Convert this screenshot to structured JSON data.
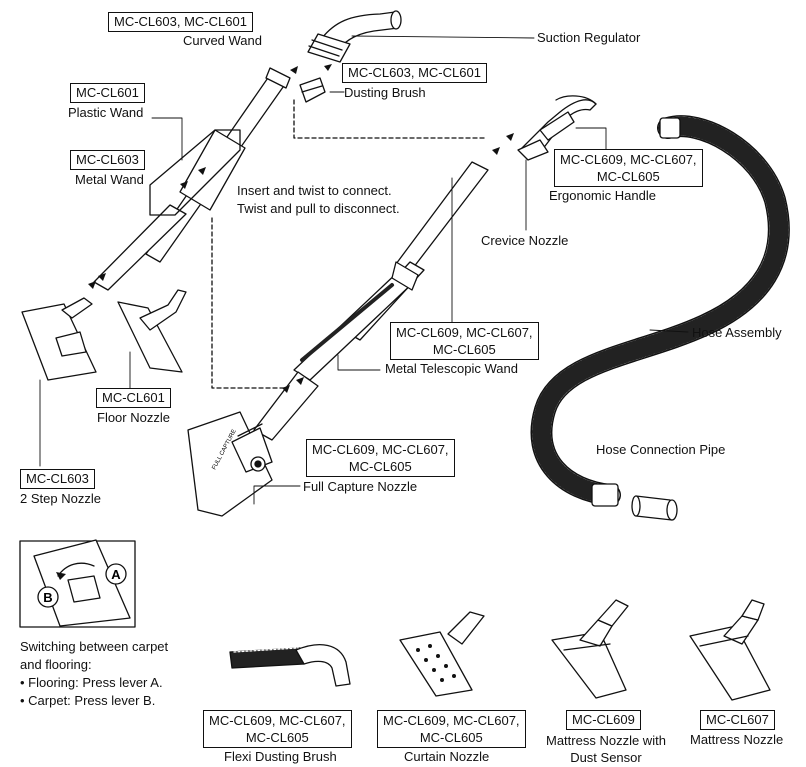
{
  "model_boxes": {
    "curved_wand": "MC-CL603, MC-CL601",
    "dusting_brush": "MC-CL603, MC-CL601",
    "plastic_wand": "MC-CL601",
    "metal_wand": "MC-CL603",
    "ergonomic_handle_l1": "MC-CL609, MC-CL607,",
    "ergonomic_handle_l2": "MC-CL605",
    "telescopic_l1": "MC-CL609, MC-CL607,",
    "telescopic_l2": "MC-CL605",
    "floor_nozzle": "MC-CL601",
    "two_step": "MC-CL603",
    "full_capture_l1": "MC-CL609, MC-CL607,",
    "full_capture_l2": "MC-CL605",
    "flexi_l1": "MC-CL609, MC-CL607,",
    "flexi_l2": "MC-CL605",
    "curtain_l1": "MC-CL609, MC-CL607,",
    "curtain_l2": "MC-CL605",
    "mattress_sensor": "MC-CL609",
    "mattress": "MC-CL607"
  },
  "labels": {
    "curved_wand": "Curved Wand",
    "suction_regulator": "Suction Regulator",
    "dusting_brush": "Dusting Brush",
    "plastic_wand": "Plastic Wand",
    "metal_wand": "Metal Wand",
    "ergonomic_handle": "Ergonomic Handle",
    "insert_line1": "Insert and twist to connect.",
    "insert_line2": "Twist and pull to disconnect.",
    "crevice_nozzle": "Crevice Nozzle",
    "hose_assembly": "Hose Assembly",
    "metal_telescopic_wand": "Metal Telescopic Wand",
    "floor_nozzle": "Floor Nozzle",
    "hose_connection_pipe": "Hose Connection Pipe",
    "full_capture_nozzle": "Full Capture Nozzle",
    "two_step_nozzle": "2 Step Nozzle",
    "flexi_dusting_brush": "Flexi Dusting Brush",
    "curtain_nozzle": "Curtain Nozzle",
    "mattress_sensor_l1": "Mattress Nozzle with",
    "mattress_sensor_l2": "Dust Sensor",
    "mattress_nozzle": "Mattress Nozzle",
    "nozzle_brand": "FULL CAPTURE"
  },
  "switching": {
    "lever_a": "A",
    "lever_b": "B",
    "line1": "Switching between carpet",
    "line2": "and flooring:",
    "line3": "• Flooring: Press lever A.",
    "line4": "• Carpet: Press lever B."
  }
}
